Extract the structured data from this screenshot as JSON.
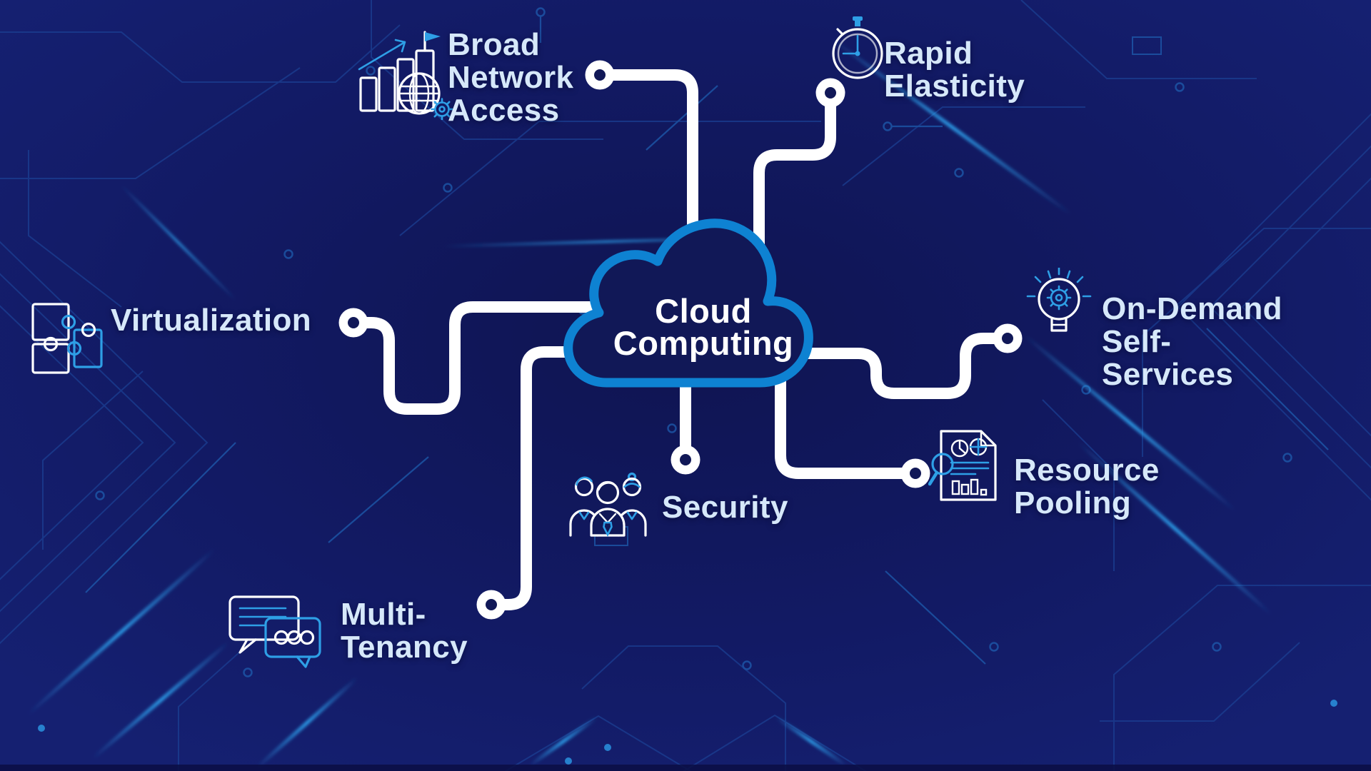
{
  "center": {
    "label": "Cloud\nComputing"
  },
  "branches": [
    {
      "id": "broad-network-access",
      "label": "Broad\nNetwork\nAccess",
      "icon": "bar-chart-globe-icon"
    },
    {
      "id": "rapid-elasticity",
      "label": "Rapid\nElasticity",
      "icon": "stopwatch-icon"
    },
    {
      "id": "virtualization",
      "label": "Virtualization",
      "icon": "puzzle-pieces-icon"
    },
    {
      "id": "on-demand-self-services",
      "label": "On-Demand\nSelf-\nServices",
      "icon": "lightbulb-gear-icon"
    },
    {
      "id": "resource-pooling",
      "label": "Resource\nPooling",
      "icon": "document-analytics-icon"
    },
    {
      "id": "security",
      "label": "Security",
      "icon": "users-group-icon"
    },
    {
      "id": "multi-tenancy",
      "label": "Multi-\nTenancy",
      "icon": "chat-bubbles-icon"
    }
  ],
  "colors": {
    "cloud_blue": "#0e82d2",
    "cloud_fill": "#111857",
    "line_white": "#ffffff",
    "label": "#d6e8fa",
    "accent_blue": "#2e9fe6",
    "circuit_dim": "#1b3f92",
    "circuit_mid": "#1e5cae",
    "glow": "#2da2ee"
  }
}
